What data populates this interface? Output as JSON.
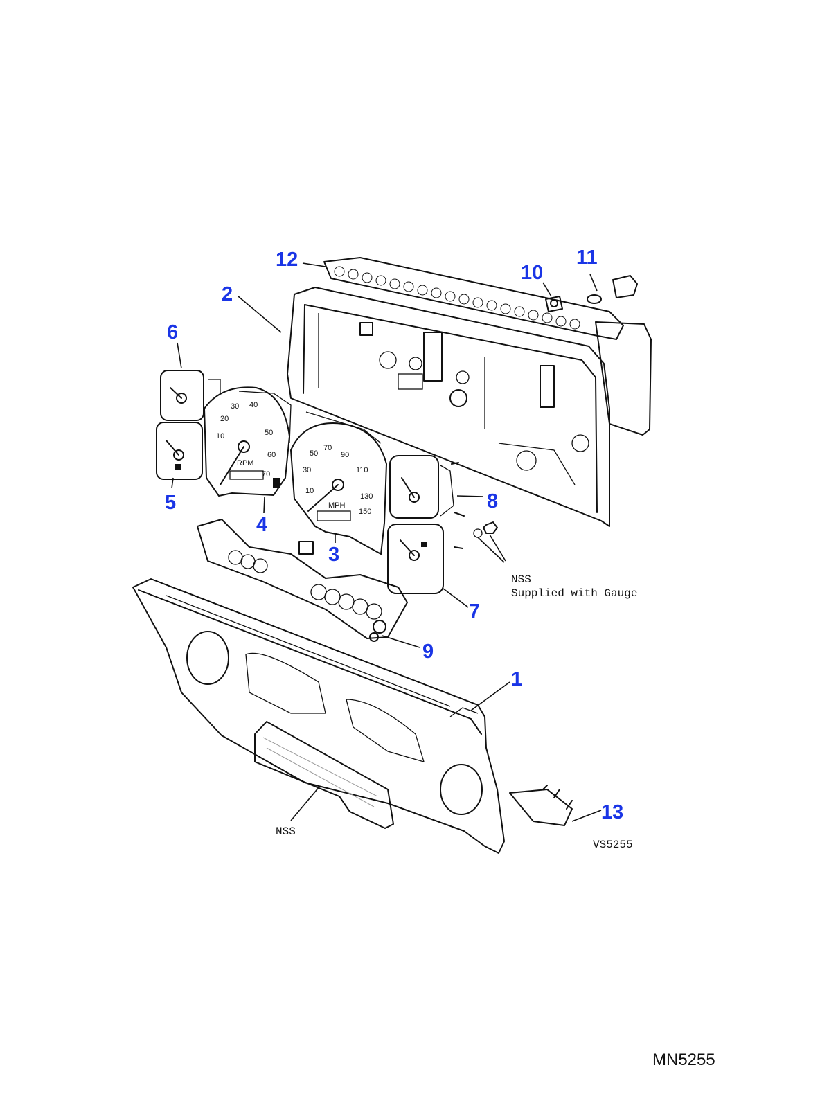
{
  "callouts": {
    "c1": "1",
    "c2": "2",
    "c3": "3",
    "c4": "4",
    "c5": "5",
    "c6": "6",
    "c7": "7",
    "c8": "8",
    "c9": "9",
    "c10": "10",
    "c11": "11",
    "c12": "12",
    "c13": "13"
  },
  "notes": {
    "nss_gauge_line1": "NSS",
    "nss_gauge_line2": "Supplied with Gauge",
    "nss_lens": "NSS",
    "drawing_code": "VS5255"
  },
  "footer": {
    "reference": "MN5255"
  },
  "dials": {
    "tach_scale": [
      "10",
      "20",
      "30",
      "40",
      "50",
      "60",
      "70"
    ],
    "tach_label": "RPM",
    "speedo_scale": [
      "10",
      "30",
      "50",
      "70",
      "90",
      "110",
      "130",
      "150"
    ],
    "speedo_label": "MPH"
  },
  "colors": {
    "callout": "#1a35e6",
    "ink": "#111111",
    "paper": "#ffffff"
  }
}
